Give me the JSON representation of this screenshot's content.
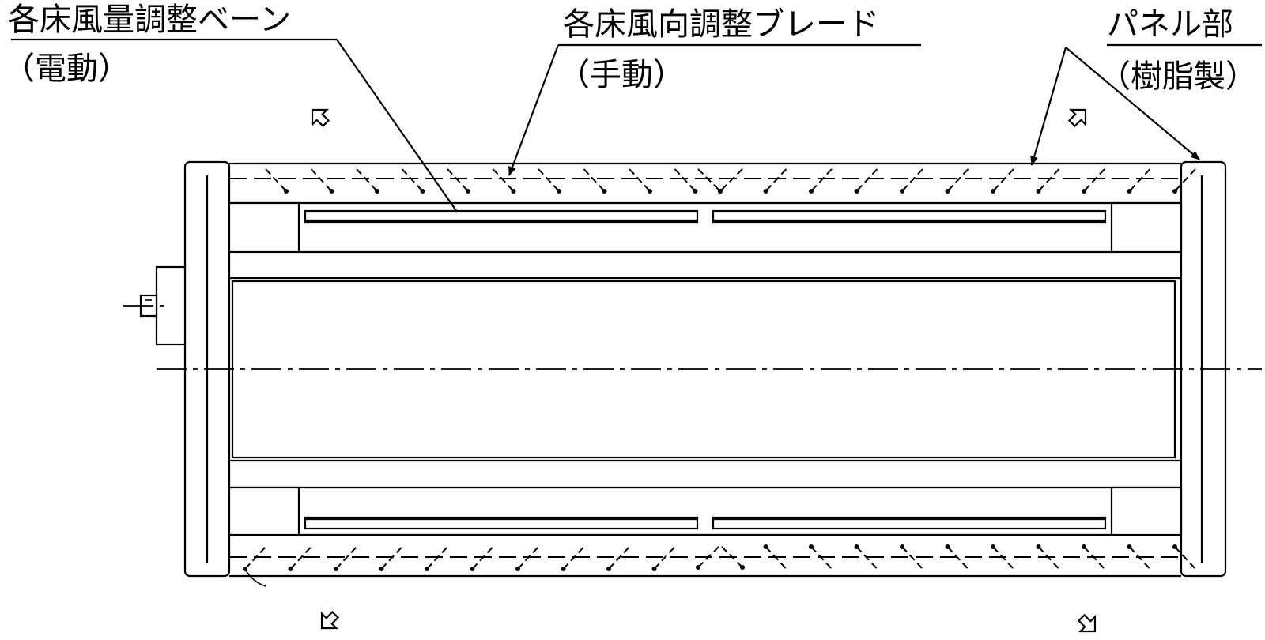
{
  "labels": {
    "vane_volume": "各床風量調整ベーン",
    "vane_volume_note": "（電動）",
    "blade_direction": "各床風向調整ブレード",
    "blade_direction_note": "（手動）",
    "panel": "パネル部",
    "panel_note": "（樹脂製）"
  }
}
